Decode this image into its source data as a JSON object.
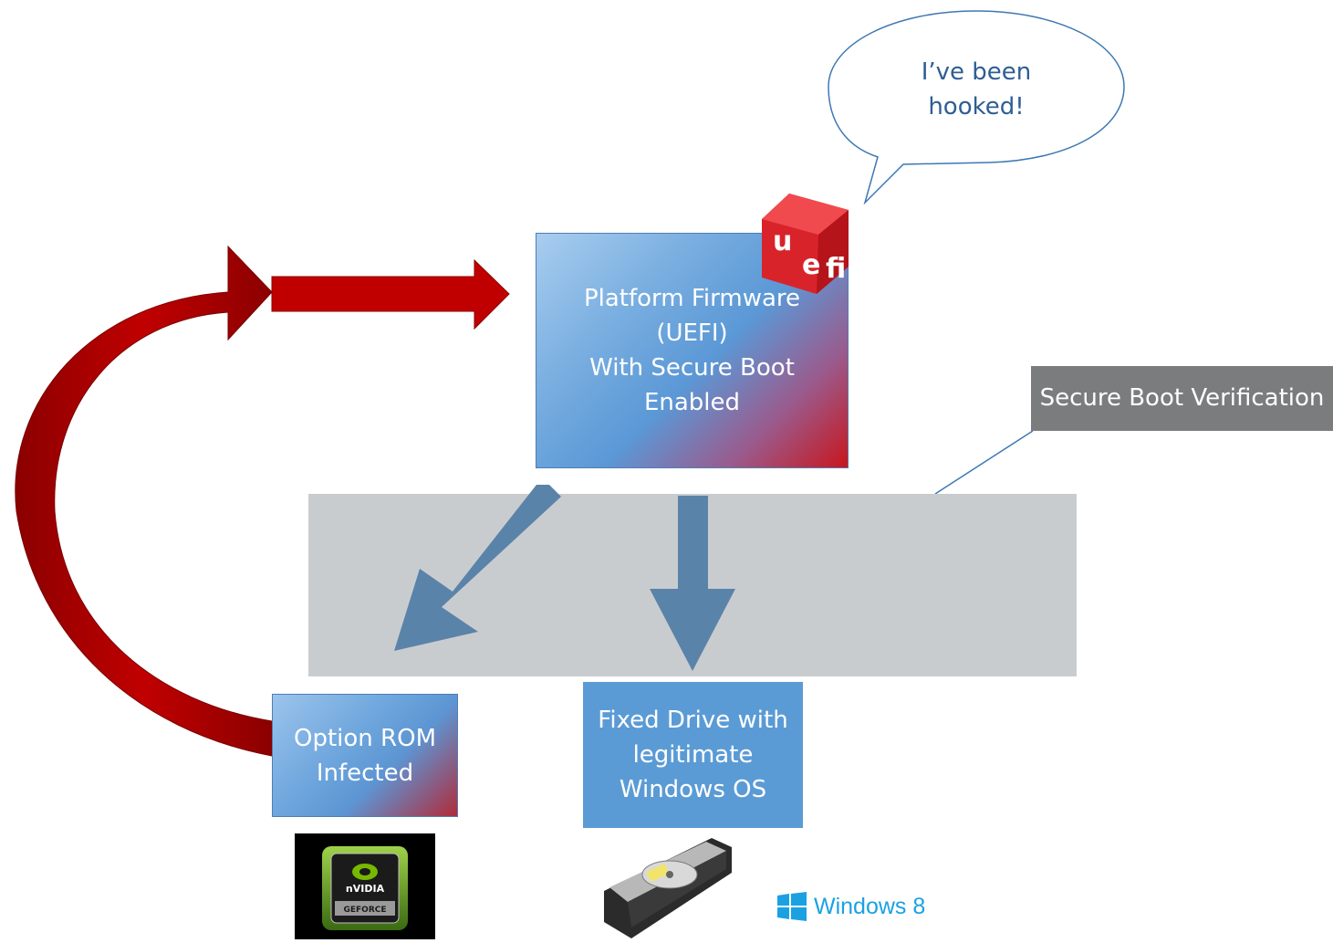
{
  "speech_bubble": {
    "lines": [
      "I’ve been",
      "hooked!"
    ]
  },
  "uefi_logo": {
    "text": "uefi",
    "color": "#d9232a"
  },
  "platform_firmware": {
    "lines": [
      "Platform Firmware",
      "(UEFI)",
      "With Secure Boot",
      "Enabled"
    ]
  },
  "secure_boot_verification": {
    "label": "Secure Boot Verification"
  },
  "option_rom": {
    "lines": [
      "Option ROM",
      "Infected"
    ]
  },
  "fixed_drive": {
    "lines": [
      "Fixed Drive with",
      "legitimate",
      "Windows OS"
    ]
  },
  "gpu_logo": {
    "brand": "nVIDIA",
    "product": "GEFORCE"
  },
  "windows_logo": {
    "label": "Windows 8",
    "color": "#1ba1e2"
  },
  "colors": {
    "attack_arrow": "#c00000",
    "attack_arrow_dark": "#7f0000",
    "verification_arrow": "#5a83a9",
    "verification_band": "#c9cccf"
  }
}
